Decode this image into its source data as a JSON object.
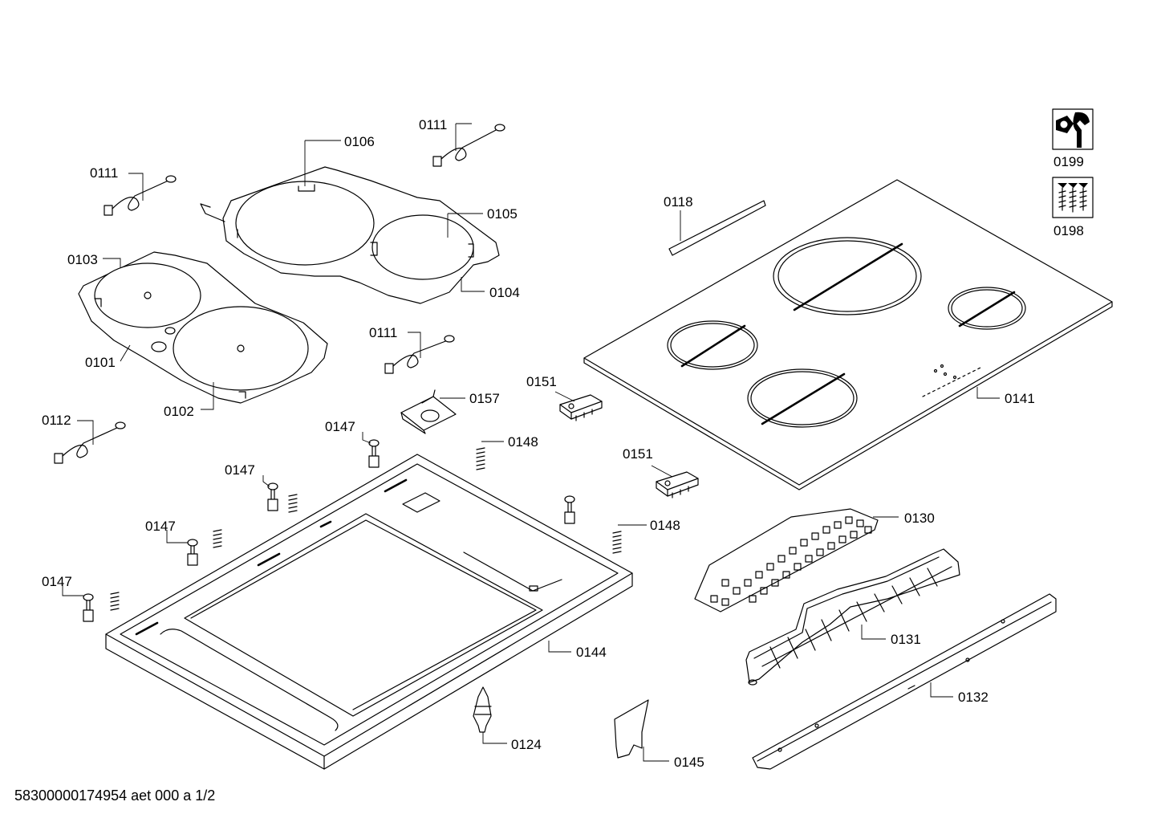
{
  "document_id": "58300000174954 aet 000 a 1/2",
  "callouts": {
    "c0106": "0106",
    "c0111a": "0111",
    "c0111b": "0111",
    "c0111c": "0111",
    "c0105": "0105",
    "c0103": "0103",
    "c0104": "0104",
    "c0101": "0101",
    "c0102": "0102",
    "c0112": "0112",
    "c0157": "0157",
    "c0151a": "0151",
    "c0151b": "0151",
    "c0147a": "0147",
    "c0147b": "0147",
    "c0147c": "0147",
    "c0147d": "0147",
    "c0148a": "0148",
    "c0148b": "0148",
    "c0118": "0118",
    "c0141": "0141",
    "c0130": "0130",
    "c0131": "0131",
    "c0132": "0132",
    "c0144": "0144",
    "c0124": "0124",
    "c0145": "0145",
    "c0199": "0199",
    "c0198": "0198"
  },
  "icons": {
    "service_kit": "wrench-nut-icon",
    "screw_kit": "screws-icon"
  }
}
